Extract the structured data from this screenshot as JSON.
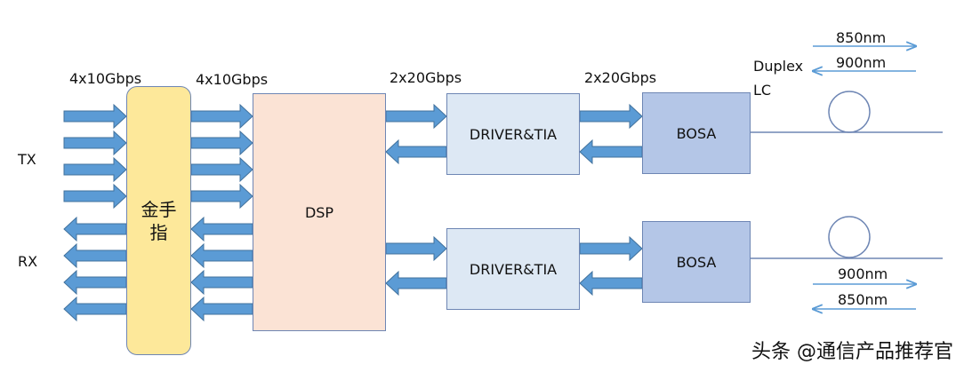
{
  "colors": {
    "arrow_fill": "#5b9bd5",
    "arrow_stroke": "#41719c",
    "box_border": "#6e86b4",
    "gold_finger": "#fde89a",
    "dsp": "#fbe3d5",
    "driver": "#dde8f4",
    "bosa": "#b4c6e7",
    "fiber": "#6e86b4"
  },
  "labels": {
    "tx": "TX",
    "rx": "RX",
    "rate_host": "4x10Gbps",
    "rate_line": "4x10Gbps",
    "rate_dsp_out": "2x20Gbps",
    "rate_driver_out": "2x20Gbps",
    "connector_1": "Duplex",
    "connector_2": "LC"
  },
  "blocks": {
    "gold_finger": "金手指",
    "dsp": "DSP",
    "driver_top": "DRIVER&TIA",
    "driver_bottom": "DRIVER&TIA",
    "bosa_top": "BOSA",
    "bosa_bottom": "BOSA"
  },
  "wavelengths": {
    "top_out": "850nm",
    "top_in": "900nm",
    "bottom_out": "900nm",
    "bottom_in": "850nm"
  },
  "watermark": "头条 @通信产品推荐官"
}
